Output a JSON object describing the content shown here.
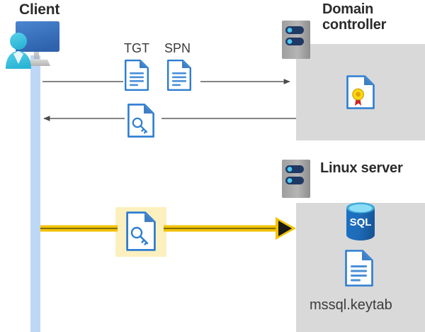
{
  "diagram": {
    "title_client": "Client",
    "title_domain_controller": "Domain\ncontroller",
    "title_linux_server": "Linux server",
    "labels": {
      "tgt": "TGT",
      "spn": "SPN",
      "keytab_file": "mssql.keytab",
      "sql_icon_text": "SQL"
    },
    "colors": {
      "panel_gray": "#d9d9d9",
      "lifeline_blue": "#bdd7f7",
      "highlight_yellow": "#fdf0bf",
      "arrow_gray": "#595959",
      "arrow_gold": "#f2c200",
      "doc_blue": "#2d7dd2",
      "doc_blue_dark": "#1a5fa8",
      "server_gray": "#a6a6a6",
      "server_navy": "#1f3864",
      "server_dot_cyan": "#41c7f2",
      "sql_blue": "#1b6ec2",
      "sql_top_cyan": "#55c0e8",
      "person_cyan": "#35c0e0",
      "monitor_blue": "#3d74c4",
      "seal_gold": "#fdd017",
      "seal_red": "#cc2222",
      "title_text": "#2b2b2b"
    },
    "icons": {
      "client": "client-workstation-icon",
      "document": "document-icon",
      "key_document": "key-document-icon",
      "certificate": "certificate-icon",
      "server": "server-rack-icon",
      "database": "sql-database-icon"
    },
    "flows": [
      {
        "name": "client-to-dc-request",
        "direction": "right",
        "style": "gray",
        "tokens": [
          "TGT",
          "SPN"
        ]
      },
      {
        "name": "dc-to-client-response",
        "direction": "left",
        "style": "gray",
        "tokens": [
          "service-ticket"
        ]
      },
      {
        "name": "client-to-linux-ticket",
        "direction": "right",
        "style": "gold-highlighted",
        "tokens": [
          "service-ticket"
        ]
      }
    ]
  }
}
